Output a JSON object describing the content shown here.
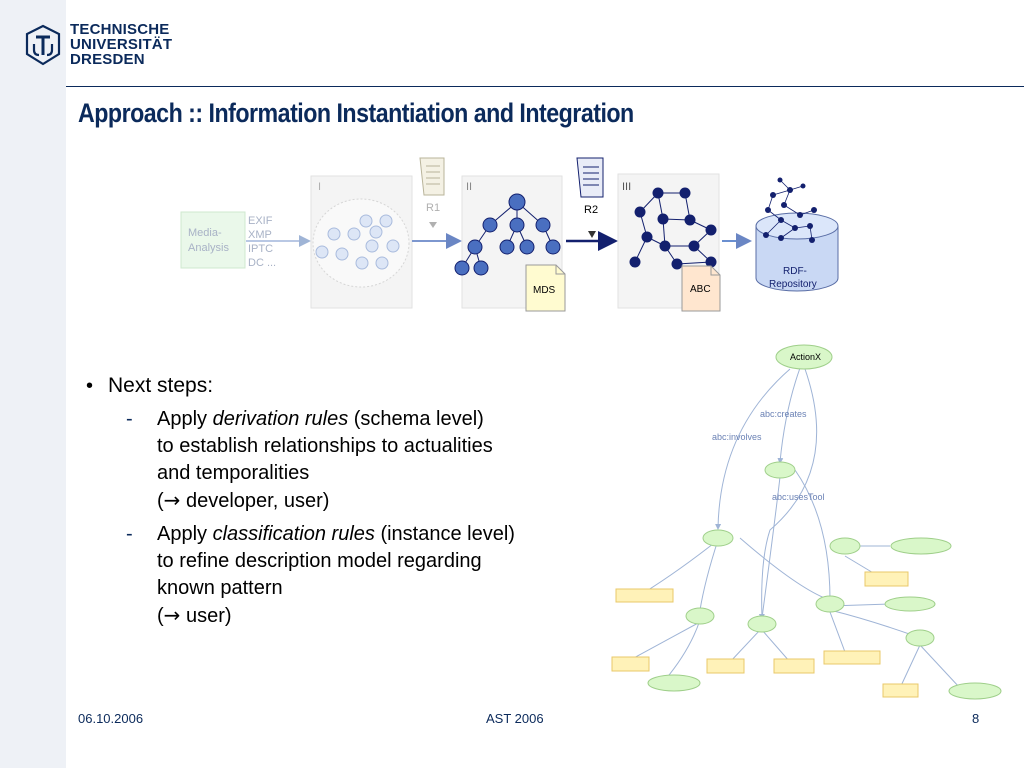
{
  "header": {
    "logo_lines": [
      "TECHNISCHE",
      "UNIVERSITÄT",
      "DRESDEN"
    ],
    "title": "Approach :: Information Instantiation and Integration"
  },
  "diagram": {
    "media_analysis": "Media-\nAnalysis",
    "formats": [
      "EXIF",
      "XMP",
      "IPTC",
      "DC ..."
    ],
    "stage_labels": [
      "I",
      "II",
      "III"
    ],
    "rule_labels": [
      "R1",
      "R2"
    ],
    "doc_labels": [
      "MDS",
      "ABC"
    ],
    "repository": "RDF-\nRepository"
  },
  "bullets": {
    "main": "Next steps:",
    "items": [
      {
        "dash": "-",
        "line1_pre": "Apply ",
        "line1_em": "derivation rules",
        "line1_post": " (schema level)",
        "lines": [
          "to establish relationships to actualities",
          "and temporalities",
          "( developer, user)"
        ]
      },
      {
        "dash": "-",
        "line1_pre": "Apply ",
        "line1_em": "classification rules",
        "line1_post": " (instance level)",
        "lines": [
          "to refine description model regarding",
          "known pattern",
          "( user)"
        ]
      }
    ]
  },
  "graph": {
    "root": "ActionX",
    "edges": [
      "abc:creates",
      "abc:involves",
      "abc:usesTool"
    ]
  },
  "footer": {
    "date": "06.10.2006",
    "event": "AST 2006",
    "page": "8"
  },
  "colors": {
    "brand": "#0b2a5b",
    "node_fill": "#1a2a7a",
    "node_light": "#dfe8f7",
    "green": "#d9f7c9",
    "yellow": "#fff2b8"
  }
}
